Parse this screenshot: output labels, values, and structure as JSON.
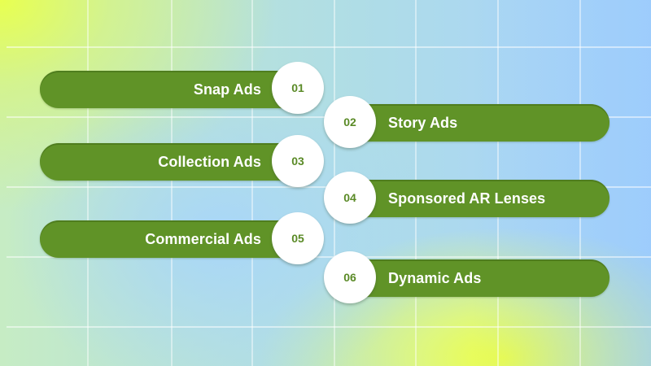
{
  "diagram": {
    "type": "numbered-list",
    "title": "",
    "colors": {
      "pill": "#609327",
      "pill_text": "#ffffff",
      "number_circle": "#ffffff",
      "number_text": "#5a8a26",
      "background_yellow": "#e8ff50",
      "background_blue": "#a6d2fb"
    },
    "items": [
      {
        "number": "01",
        "label": "Snap Ads",
        "side": "left"
      },
      {
        "number": "02",
        "label": "Story Ads",
        "side": "right"
      },
      {
        "number": "03",
        "label": "Collection Ads",
        "side": "left"
      },
      {
        "number": "04",
        "label": "Sponsored AR Lenses",
        "side": "right"
      },
      {
        "number": "05",
        "label": "Commercial Ads",
        "side": "left"
      },
      {
        "number": "06",
        "label": "Dynamic Ads",
        "side": "right"
      }
    ]
  }
}
